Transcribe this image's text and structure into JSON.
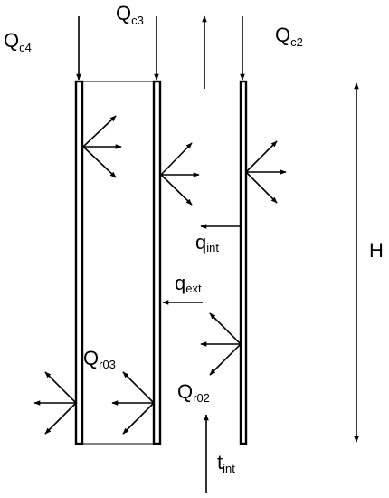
{
  "labels": {
    "qc4": {
      "main": "Q",
      "sub": "c4"
    },
    "qc3": {
      "main": "Q",
      "sub": "c3"
    },
    "qc2": {
      "main": "Q",
      "sub": "c2"
    },
    "qint": {
      "main": "q",
      "sub": "int"
    },
    "qext": {
      "main": "q",
      "sub": "ext"
    },
    "qr03": {
      "main": "Q",
      "sub": "r03"
    },
    "qr02": {
      "main": "Q",
      "sub": "r02"
    },
    "tint": {
      "main": "t",
      "sub": "int"
    },
    "height": "H"
  },
  "colors": {
    "line": "#000000",
    "background": "#ffffff"
  }
}
